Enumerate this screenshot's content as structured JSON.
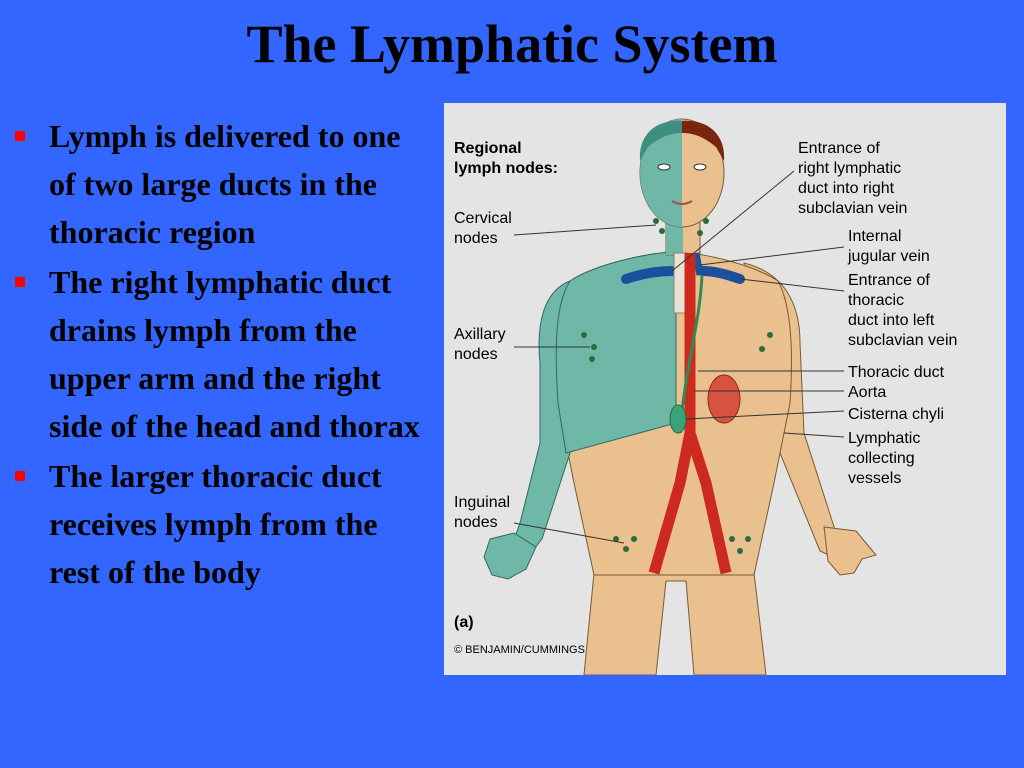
{
  "slide": {
    "title": "The Lymphatic System",
    "bullets": [
      "Lymph is delivered to one of two large ducts in the thoracic region",
      "The right lymphatic duct drains lymph from the upper arm and the right side of the head and thorax",
      "The larger thoracic duct receives lymph from the rest of the body"
    ]
  },
  "figure": {
    "left_labels": {
      "heading_line1": "Regional",
      "heading_line2": "lymph nodes:",
      "cervical_line1": "Cervical",
      "cervical_line2": "nodes",
      "axillary_line1": "Axillary",
      "axillary_line2": "nodes",
      "inguinal_line1": "Inguinal",
      "inguinal_line2": "nodes"
    },
    "right_labels": {
      "entrance_right_1": "Entrance of",
      "entrance_right_2": "right lymphatic",
      "entrance_right_3": "duct into right",
      "entrance_right_4": "subclavian vein",
      "jugular_1": "Internal",
      "jugular_2": "jugular vein",
      "entrance_thoracic_1": "Entrance of",
      "entrance_thoracic_2": "thoracic",
      "entrance_thoracic_3": "duct into left",
      "entrance_thoracic_4": "subclavian vein",
      "thoracic_duct": "Thoracic duct",
      "aorta": "Aorta",
      "cisterna": "Cisterna chyli",
      "collecting_1": "Lymphatic",
      "collecting_2": "collecting",
      "collecting_3": "vessels"
    },
    "panel_label": "(a)",
    "credit": "© BENJAMIN/CUMMINGS"
  },
  "colors": {
    "background": "#3366ff",
    "bullet_marker": "#ff0000",
    "figure_background": "#e4e4e4",
    "body_skin": "#e9c08e",
    "right_drainage": "#6fb8a8",
    "vessel_red": "#cc2a1e",
    "vein_blue": "#1c4f9e",
    "node_green": "#2e6b3a"
  }
}
